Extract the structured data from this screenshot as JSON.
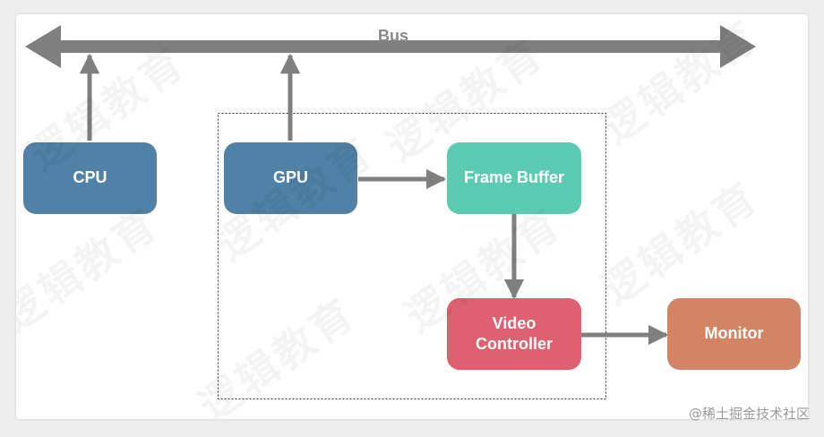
{
  "bus": {
    "label": "Bus"
  },
  "nodes": {
    "cpu": {
      "label": "CPU",
      "color": "#4f82a6"
    },
    "gpu": {
      "label": "GPU",
      "color": "#4f82a6"
    },
    "frame_buffer": {
      "label": "Frame Buffer",
      "color": "#5ccbb2"
    },
    "video_controller": {
      "label": "Video\nController",
      "color": "#dd6170"
    },
    "monitor": {
      "label": "Monitor",
      "color": "#d28464"
    }
  },
  "arrow_color": "#7f7f7f",
  "watermark": {
    "text": "逻辑教育"
  },
  "credit": {
    "text": "@稀土掘金技术社区"
  }
}
